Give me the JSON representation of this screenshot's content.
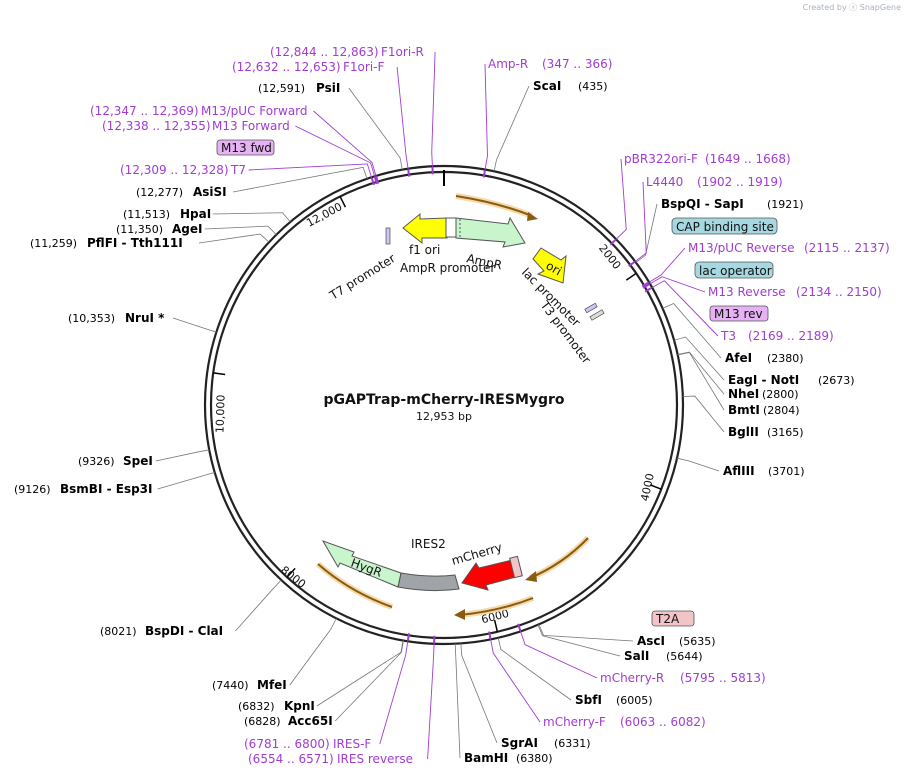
{
  "credit": "Created by ⓢ SnapGene",
  "plasmid": {
    "name": "pGAPTrap-mCherry-IRESMygro",
    "size_label": "12,953 bp",
    "length": 12953
  },
  "colors": {
    "primer": "#a03cd2",
    "site": "#000000",
    "ampr_fill": "#c8f5cc",
    "f1ori_fill": "#ffff00",
    "ori_fill": "#ffff00",
    "mcherry_fill": "#ff0000",
    "ires_fill": "#a0a4a8",
    "hygr_fill": "#c8f5cc",
    "orange_arrow": "#d18d1d",
    "cap_fill": "#a6d8e2",
    "m13_fill": "#e6b2f4",
    "t2a_fill": "#f2c4c8"
  },
  "ruler": {
    "ticks": [
      {
        "label": "12,000",
        "bp": 12000
      },
      {
        "label": "2000",
        "bp": 2000
      },
      {
        "label": "4000",
        "bp": 4000
      },
      {
        "label": "6000",
        "bp": 6000
      },
      {
        "label": "8000",
        "bp": 8000
      },
      {
        "label": "10,000",
        "bp": 10000
      }
    ]
  },
  "sites": [
    {
      "name": "ScaI",
      "pos": "(435)",
      "bp": 435
    },
    {
      "name": "BspQI - SapI",
      "pos": "(1921)",
      "bp": 1921
    },
    {
      "name": "AfeI",
      "pos": "(2380)",
      "bp": 2380
    },
    {
      "name": "EagI - NotI",
      "pos": "(2673)",
      "bp": 2673
    },
    {
      "name": "NheI",
      "pos": "(2800)",
      "bp": 2800
    },
    {
      "name": "BmtI",
      "pos": "(2804)",
      "bp": 2804
    },
    {
      "name": "BglII",
      "pos": "(3165)",
      "bp": 3165
    },
    {
      "name": "AflIII",
      "pos": "(3701)",
      "bp": 3701
    },
    {
      "name": "AscI",
      "pos": "(5635)",
      "bp": 5635
    },
    {
      "name": "SalI",
      "pos": "(5644)",
      "bp": 5644
    },
    {
      "name": "SbfI",
      "pos": "(6005)",
      "bp": 6005
    },
    {
      "name": "SgrAI",
      "pos": "(6331)",
      "bp": 6331
    },
    {
      "name": "BamHI",
      "pos": "(6380)",
      "bp": 6380
    },
    {
      "name": "Acc65I",
      "pos": "(6828)",
      "bp": 6828
    },
    {
      "name": "KpnI",
      "pos": "(6832)",
      "bp": 6832
    },
    {
      "name": "MfeI",
      "pos": "(7440)",
      "bp": 7440
    },
    {
      "name": "BspDI - ClaI",
      "pos": "(8021)",
      "bp": 8021
    },
    {
      "name": "BsmBI - Esp3I",
      "pos": "(9126)",
      "bp": 9126
    },
    {
      "name": "SpeI",
      "pos": "(9326)",
      "bp": 9326
    },
    {
      "name": "NruI *",
      "pos": "(10,353)",
      "bp": 10353
    },
    {
      "name": "PflFI - Tth111I",
      "pos": "(11,259)",
      "bp": 11259
    },
    {
      "name": "AgeI",
      "pos": "(11,350)",
      "bp": 11350
    },
    {
      "name": "HpaI",
      "pos": "(11,513)",
      "bp": 11513
    },
    {
      "name": "AsiSI",
      "pos": "(12,277)",
      "bp": 12277
    },
    {
      "name": "PsiI",
      "pos": "(12,591)",
      "bp": 12591
    }
  ],
  "primers": [
    {
      "name": "Amp-R",
      "pos": "(347 .. 366)",
      "bp": 356
    },
    {
      "name": "pBR322ori-F",
      "pos": "(1649 .. 1668)",
      "bp": 1658
    },
    {
      "name": "L4440",
      "pos": "(1902 .. 1919)",
      "bp": 1910
    },
    {
      "name": "M13/pUC Reverse",
      "pos": "(2115 .. 2137)",
      "bp": 2126
    },
    {
      "name": "M13 Reverse",
      "pos": "(2134 .. 2150)",
      "bp": 2142
    },
    {
      "name": "T3",
      "pos": "(2169 .. 2189)",
      "bp": 2179
    },
    {
      "name": "mCherry-R",
      "pos": "(5795 .. 5813)",
      "bp": 5804
    },
    {
      "name": "mCherry-F",
      "pos": "(6063 .. 6082)",
      "bp": 6072
    },
    {
      "name": "IRES-F",
      "pos": "(6781 .. 6800)",
      "bp": 6790
    },
    {
      "name": "IRES reverse",
      "pos": "(6554 .. 6571)",
      "bp": 6562
    },
    {
      "name": "T7",
      "pos": "(12,309 .. 12,328)",
      "bp": 12318
    },
    {
      "name": "M13 Forward",
      "pos": "(12,338 .. 12,355)",
      "bp": 12346
    },
    {
      "name": "M13/pUC Forward",
      "pos": "(12,347 .. 12,369)",
      "bp": 12358
    },
    {
      "name": "F1ori-F",
      "pos": "(12,632 .. 12,653)",
      "bp": 12642
    },
    {
      "name": "F1ori-R",
      "pos": "(12,844 .. 12,863)",
      "bp": 12853
    }
  ],
  "boxed_labels": {
    "cap": "CAP binding site",
    "lac_operator": "lac operator",
    "m13_rev": "M13 rev",
    "m13_fwd": "M13 fwd",
    "t2a": "T2A"
  },
  "features": {
    "f1_ori": "f1 ori",
    "ampr": "AmpR",
    "ampr_promoter": "AmpR promoter",
    "ori": "ori",
    "lac_promoter": "lac promoter",
    "t3_promoter": "T3 promoter",
    "t7_promoter": "T7 promoter",
    "mcherry": "mCherry",
    "ires2": "IRES2",
    "hygr": "HygR"
  }
}
